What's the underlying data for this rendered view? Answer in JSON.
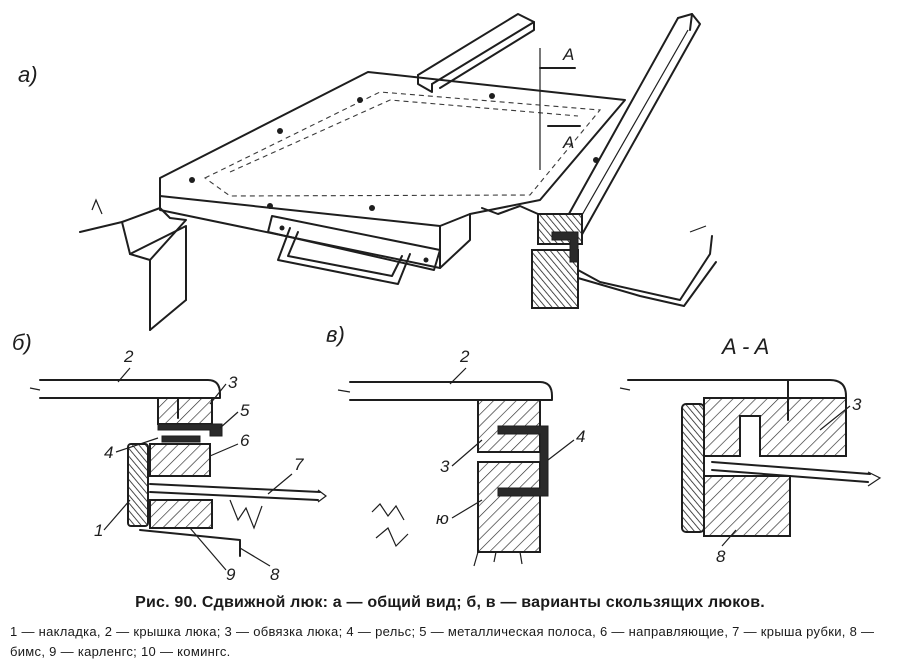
{
  "view_labels": {
    "a": "a)",
    "b": "б)",
    "v": "в)",
    "section": "A - A"
  },
  "section_marks": {
    "top": "A",
    "bottom": "A"
  },
  "callouts_b": [
    "2",
    "3",
    "5",
    "4",
    "6",
    "7",
    "1",
    "9",
    "8"
  ],
  "callouts_v": [
    "2",
    "4",
    "3",
    "ю"
  ],
  "callouts_aa": [
    "3",
    "8"
  ],
  "caption": "Рис. 90. Сдвижной люк: а — общий вид; б, в — варианты скользящих люков.",
  "legend": "1 — накладка, 2 — крышка люка; 3 — обвязка люка; 4 — рельс; 5 — металлическая полоса, 6 — направляющие, 7 — крыша рубки, 8 — бимс, 9 — карленгс; 10 — комингс."
}
